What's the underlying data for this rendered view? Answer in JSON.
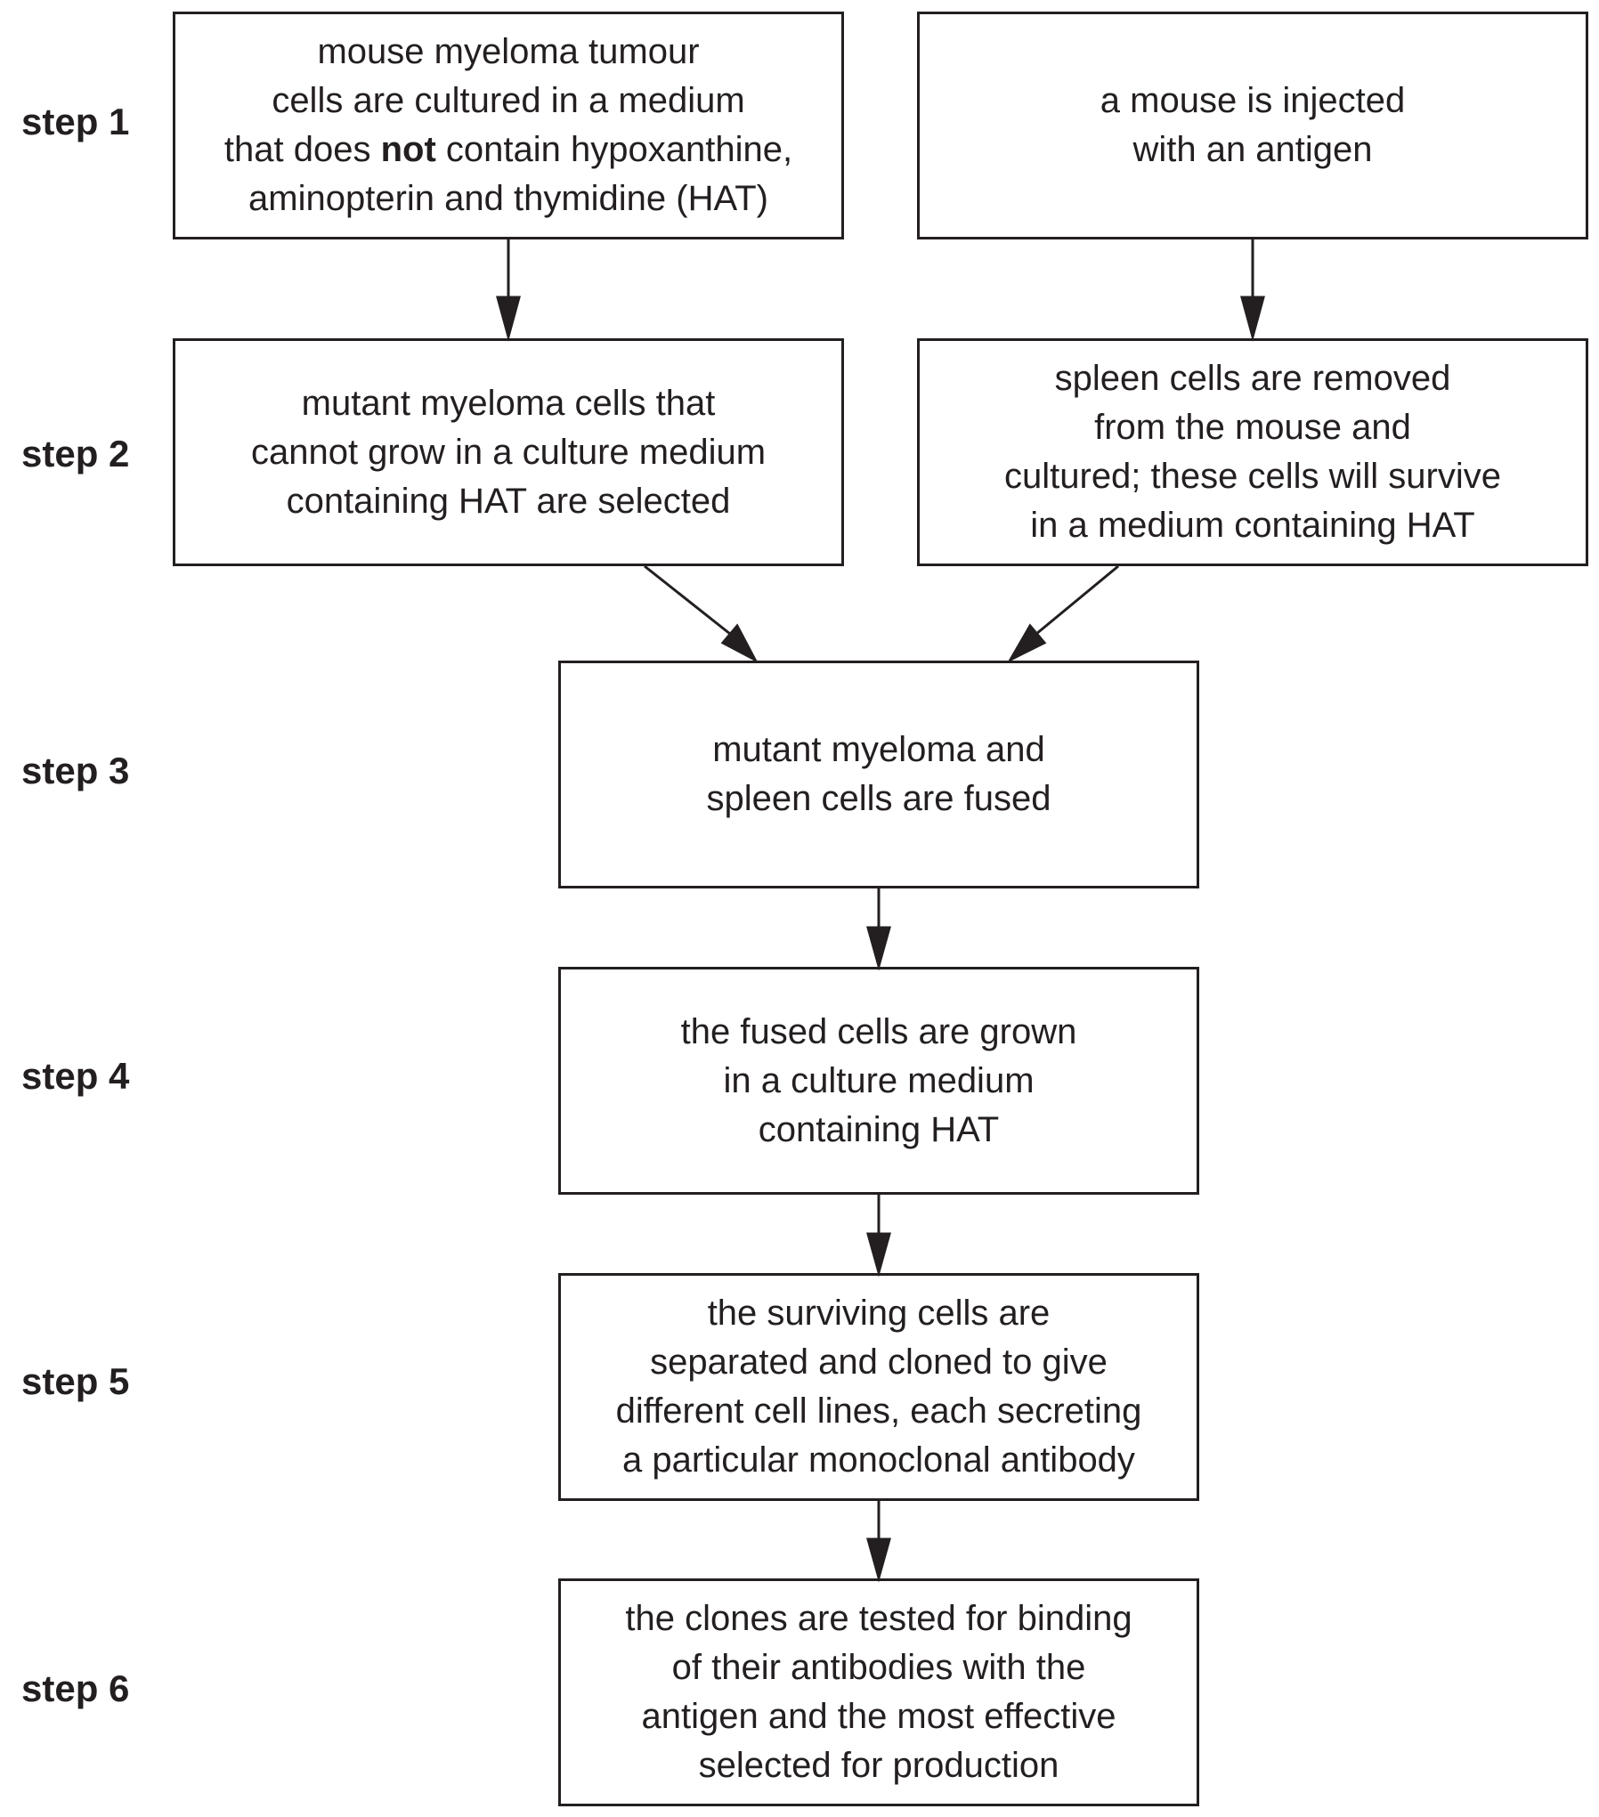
{
  "steps": [
    {
      "label": "step 1"
    },
    {
      "label": "step 2"
    },
    {
      "label": "step 3"
    },
    {
      "label": "step 4"
    },
    {
      "label": "step 5"
    },
    {
      "label": "step 6"
    }
  ],
  "boxes": {
    "myeloma_culture": {
      "line1": "mouse myeloma tumour",
      "line2": "cells are cultured in a medium",
      "line3_pre": "that does ",
      "line3_bold": "not",
      "line3_post": " contain hypoxanthine,",
      "line4": "aminopterin and thymidine (HAT)"
    },
    "mouse_injected": {
      "line1": "a mouse is injected",
      "line2": "with an antigen"
    },
    "mutant_selected": {
      "line1": "mutant myeloma cells that",
      "line2": "cannot grow in a culture medium",
      "line3": "containing HAT are selected"
    },
    "spleen_removed": {
      "line1": "spleen cells are removed",
      "line2": "from the mouse and",
      "line3": "cultured; these cells will survive",
      "line4": "in a medium containing HAT"
    },
    "fusion": {
      "line1": "mutant myeloma and",
      "line2": "spleen cells are fused"
    },
    "grown_hat": {
      "line1": "the fused cells are grown",
      "line2": "in a culture medium",
      "line3": "containing HAT"
    },
    "cloned": {
      "line1": "the surviving cells are",
      "line2": "separated and cloned to give",
      "line3": "different cell lines, each secreting",
      "line4": "a particular monoclonal antibody"
    },
    "tested": {
      "line1": "the clones are tested for binding",
      "line2": "of their antibodies with the",
      "line3": "antigen and the most effective",
      "line4": "selected for production"
    }
  },
  "colors": {
    "ink": "#231f20",
    "background": "#ffffff"
  }
}
